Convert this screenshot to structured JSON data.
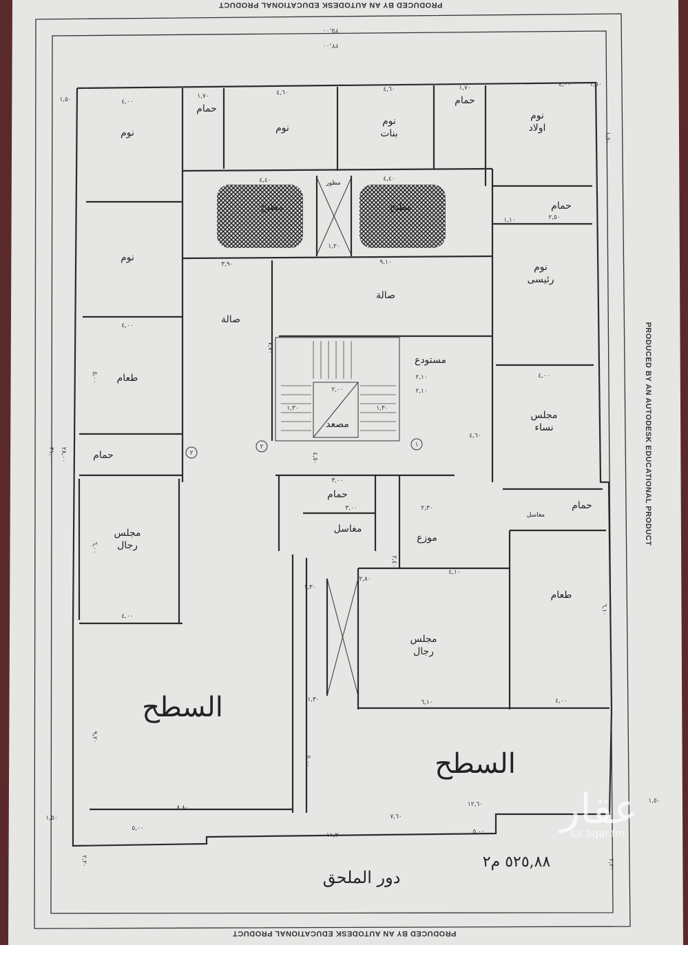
{
  "plan": {
    "floor_title": "دور الملحق",
    "area": "٥٢٥,٨٨ م٢",
    "stamp_text": "PRODUCED BY AN AUTODESK EDUCATIONAL PRODUCT",
    "watermark": {
      "logo": "عقار",
      "url": "sa.aqar.fm"
    },
    "entrance_markers": [
      "١",
      "٢",
      "٢"
    ],
    "rooms": [
      {
        "name": "bedroom",
        "lines": [
          "نوم"
        ]
      },
      {
        "name": "bathroom",
        "lines": [
          "حمام"
        ]
      },
      {
        "name": "bedroom",
        "lines": [
          "نوم"
        ]
      },
      {
        "name": "girls-bedroom",
        "lines": [
          "نوم",
          "بنات"
        ]
      },
      {
        "name": "bathroom",
        "lines": [
          "حمام"
        ]
      },
      {
        "name": "boys-bedroom",
        "lines": [
          "نوم",
          "اولاد"
        ]
      },
      {
        "name": "kitchen",
        "lines": [
          "مطبخ"
        ]
      },
      {
        "name": "shaft",
        "lines": [
          "مطور"
        ]
      },
      {
        "name": "kitchen",
        "lines": [
          "مطبخ"
        ]
      },
      {
        "name": "bathroom",
        "lines": [
          "حمام"
        ]
      },
      {
        "name": "bedroom",
        "lines": [
          "نوم"
        ]
      },
      {
        "name": "master-bedroom",
        "lines": [
          "نوم",
          "رئيسى"
        ]
      },
      {
        "name": "hall",
        "lines": [
          "صالة"
        ]
      },
      {
        "name": "hall",
        "lines": [
          "صالة"
        ]
      },
      {
        "name": "dining",
        "lines": [
          "طعام"
        ]
      },
      {
        "name": "elevator",
        "lines": [
          "مصعد"
        ]
      },
      {
        "name": "storage",
        "lines": [
          "مستودع"
        ]
      },
      {
        "name": "women-majlis",
        "lines": [
          "مجلس",
          "نساء"
        ]
      },
      {
        "name": "bathroom",
        "lines": [
          "حمام"
        ]
      },
      {
        "name": "men-majlis",
        "lines": [
          "مجلس",
          "رجال"
        ]
      },
      {
        "name": "bathroom",
        "lines": [
          "حمام"
        ]
      },
      {
        "name": "washbasins",
        "lines": [
          "مغاسل"
        ]
      },
      {
        "name": "distributor",
        "lines": [
          "موزع"
        ]
      },
      {
        "name": "washbasins",
        "lines": [
          "مغاسل"
        ]
      },
      {
        "name": "bathroom",
        "lines": [
          "حمام"
        ]
      },
      {
        "name": "dining",
        "lines": [
          "طعام"
        ]
      },
      {
        "name": "men-majlis",
        "lines": [
          "مجلس",
          "رجال"
        ]
      },
      {
        "name": "roof",
        "lines": [
          "السطح"
        ]
      },
      {
        "name": "roof",
        "lines": [
          "السطح"
        ]
      }
    ],
    "dimensions": [
      "٢٥,٠٠",
      "٢٢,٠٠",
      "١,٥٠",
      "١,٥٠",
      "١,٥٠",
      "٤,٠٠",
      "١,٧٠",
      "٤,٦٠",
      "٤,٦٠",
      "١,٧٠",
      "٤,٠٠",
      "٤,٤٠",
      "٤,٤٠",
      "١,٢٠",
      "٢,٥٠",
      "١,١٠",
      "٣,٩٠",
      "٩,١٠",
      "٤,٠٠",
      "٤,٠٠",
      "٥,٠٠",
      "٧,٧٠",
      "٢,١٠",
      "٢,١٠",
      "٢,٠٠",
      "١,٣٠",
      "١,٣٠",
      "٤,٦٠",
      "٣,٠٠",
      "٣,٠٠",
      "٢,٣٠",
      "٢,٨٠",
      "٤,١٠",
      "٦,٠٠",
      "٦,١٠",
      "٤,٠٠",
      "٤,٠٠",
      "٦,١٠",
      "٨,٨٠",
      "١٢,٦٠",
      "٧,٦٠",
      "٥,٠٠",
      "٥,٠٠",
      "١١,٢٠",
      "١,٥٠",
      "١,٥٠",
      "٢,٢٠",
      "٢,٢٠",
      "٣١,٠٠",
      "٢٨,٠٠",
      "٩,٢٠",
      "٥,٠٠",
      "١,٣٠",
      "١,٣٠",
      "٤,٥٠",
      "٢,٤٠"
    ]
  }
}
